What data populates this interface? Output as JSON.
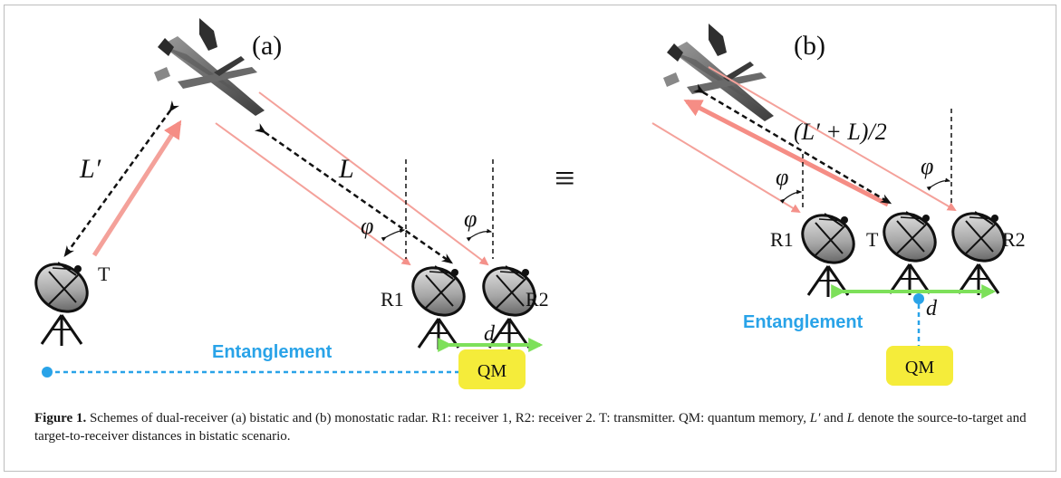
{
  "panels": {
    "a": "(a)",
    "b": "(b)"
  },
  "equiv_symbol": "≡",
  "labels": {
    "L_prime": "L′",
    "L": "L",
    "phi": "φ",
    "half_sum": "(L′ + L)/2",
    "d": "d",
    "T": "T",
    "R1": "R1",
    "R2": "R2",
    "QM": "QM",
    "entanglement": "Entanglement"
  },
  "colors": {
    "beam": "#f4a19a",
    "beam_strong": "#f58d85",
    "return_path": "#111111",
    "baseline": "#7de05a",
    "entanglement": "#29a3e8",
    "qm_box": "#f5ec3a",
    "frame": "#bdbdbd"
  },
  "caption": {
    "figure_label": "Figure 1.",
    "text_1": " Schemes of dual-receiver (a) bistatic and (b) monostatic radar. R1: receiver 1, R2: receiver 2. T: transmitter. QM: quantum memory, ",
    "var_Lp": "L′",
    "text_2": " and ",
    "var_L": "L",
    "text_3": " denote the source-to-target and target-to-receiver distances in bistatic scenario."
  }
}
